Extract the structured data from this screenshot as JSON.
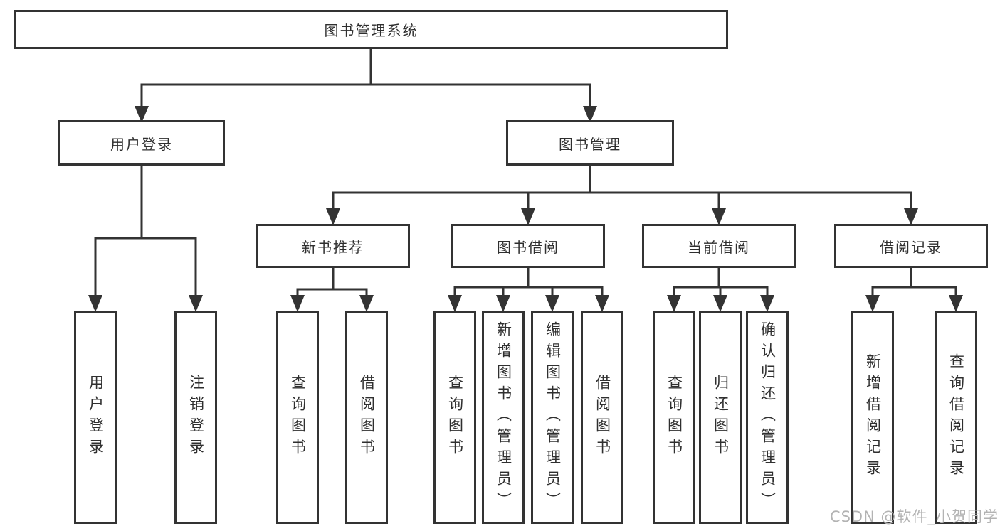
{
  "diagram": {
    "root": {
      "label": "图书管理系统"
    },
    "level2": [
      {
        "label": "用户登录"
      },
      {
        "label": "图书管理"
      }
    ],
    "level3": [
      {
        "label": "新书推荐"
      },
      {
        "label": "图书借阅"
      },
      {
        "label": "当前借阅"
      },
      {
        "label": "借阅记录"
      }
    ],
    "leaves": {
      "user_login": [
        "用户登录",
        "注销登录"
      ],
      "new_book": [
        "查询图书",
        "借阅图书"
      ],
      "book_borrow": [
        "查询图书",
        "新增图书（管理员）",
        "编辑图书（管理员）",
        "借阅图书"
      ],
      "current_borrow": [
        "查询图书",
        "归还图书",
        "确认归还（管理员）"
      ],
      "borrow_records": [
        "新增借阅记录",
        "查询借阅记录"
      ]
    },
    "colors": {
      "line": "#333333",
      "text": "#2f2f2f",
      "background": "#ffffff",
      "watermark": "#b3b3b3"
    }
  },
  "watermark": {
    "text": "CSDN @软件_小贺同学"
  }
}
